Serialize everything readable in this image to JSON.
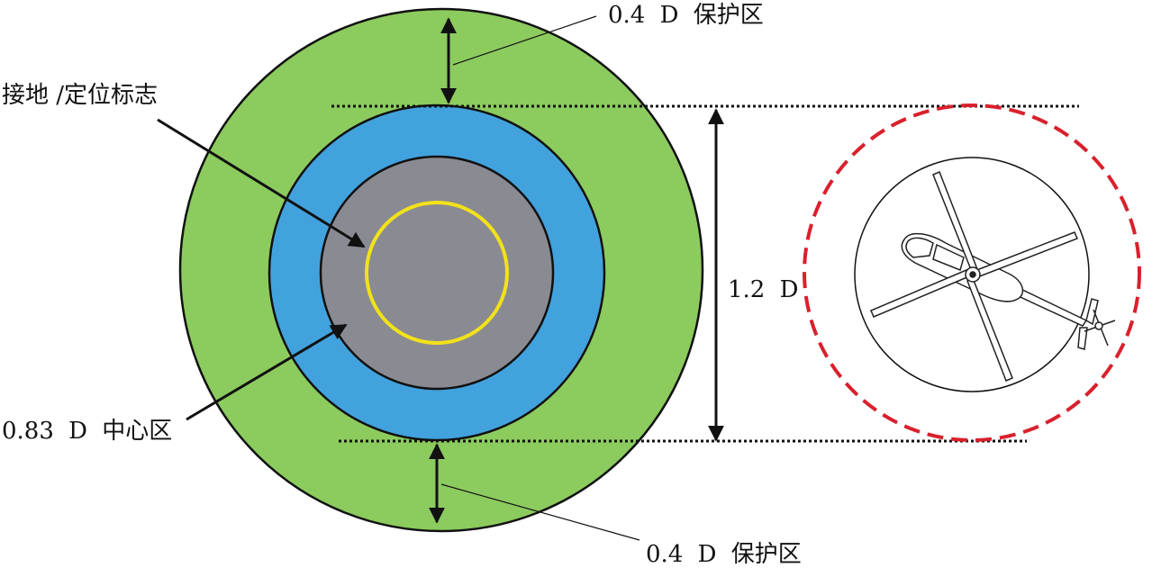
{
  "labels": {
    "top_protection": {
      "prefix": "0.4",
      "var": "D",
      "suffix": "保护区"
    },
    "bottom_protection": {
      "prefix": "0.4",
      "var": "D",
      "suffix": "保护区"
    },
    "touchdown_marking": "接地 /定位标志",
    "center_zone": {
      "prefix": "0.83",
      "var": "D",
      "suffix": "中心区"
    },
    "diameter": {
      "prefix": "1.2",
      "var": "D"
    }
  },
  "colors": {
    "protection_zone": "#8ccb5e",
    "safety_ring": "#42a2dd",
    "center_zone": "#8a8b92",
    "marking_circle": "#f2e219",
    "rotor_circle": "#d9202c",
    "lines": "#111111"
  }
}
